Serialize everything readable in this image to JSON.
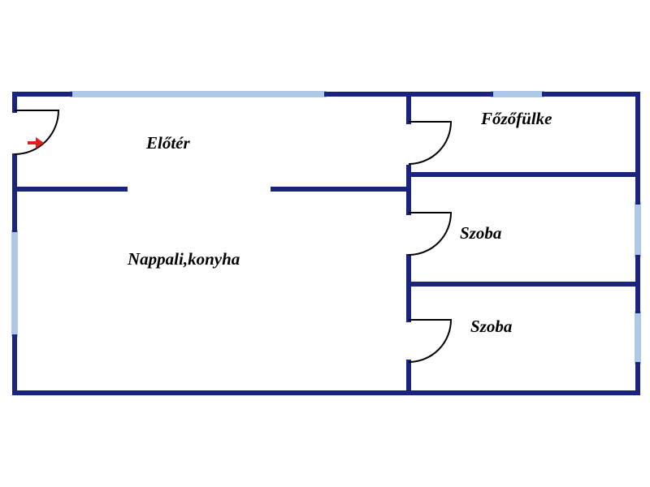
{
  "colors": {
    "wall": "#1a237e",
    "window": "#aec8e8",
    "door_swing": "#000000",
    "entrance_arrow": "#e02020",
    "background": "#ffffff"
  },
  "rooms": {
    "eloter": "Előtér",
    "fozofulke": "Főzőfülke",
    "szoba1": "Szoba",
    "szoba2": "Szoba",
    "nappali": "Nappali,konyha"
  },
  "icons": {
    "entrance": "arrow-right-icon"
  }
}
